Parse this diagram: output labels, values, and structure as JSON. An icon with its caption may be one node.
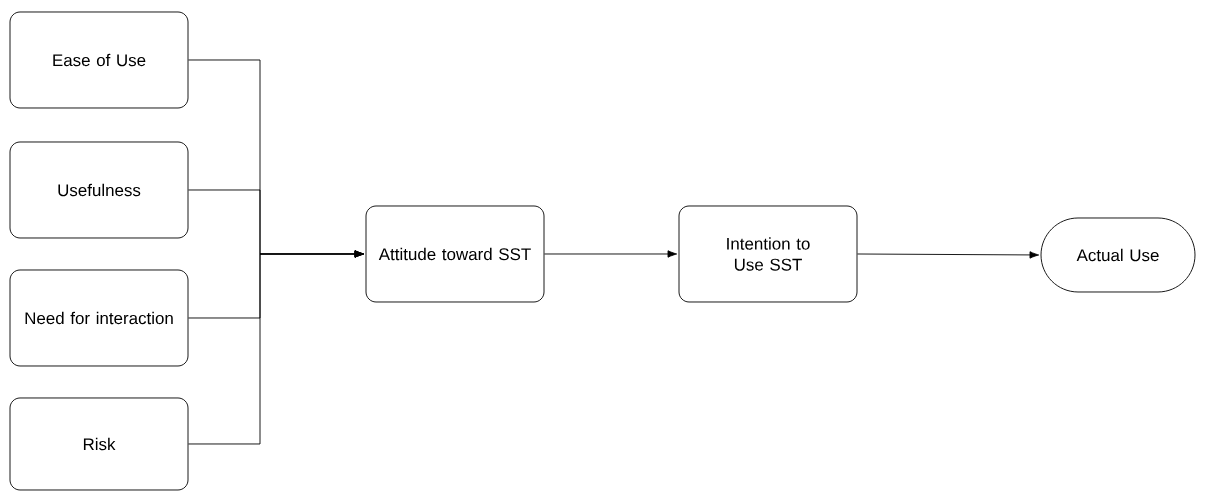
{
  "diagram": {
    "nodes": [
      {
        "text": [
          "Ease of Use"
        ]
      },
      {
        "text": [
          "Usefulness"
        ]
      },
      {
        "text": [
          "Need for interaction"
        ]
      },
      {
        "text": [
          "Risk"
        ]
      },
      {
        "text": [
          "Attitude toward SST"
        ]
      },
      {
        "text": [
          "Intention to Use SST"
        ]
      },
      {
        "text": [
          "Actual Use"
        ]
      }
    ],
    "edges": [
      {
        "from": 0,
        "to": 4,
        "arrow": "to"
      },
      {
        "from": 1,
        "to": 4,
        "arrow": "to"
      },
      {
        "from": 2,
        "to": 4,
        "arrow": "to"
      },
      {
        "from": 3,
        "to": 4,
        "arrow": "to"
      },
      {
        "from": 4,
        "to": 5,
        "arrow": "to"
      },
      {
        "from": 5,
        "to": 6,
        "arrow": "to"
      }
    ]
  }
}
